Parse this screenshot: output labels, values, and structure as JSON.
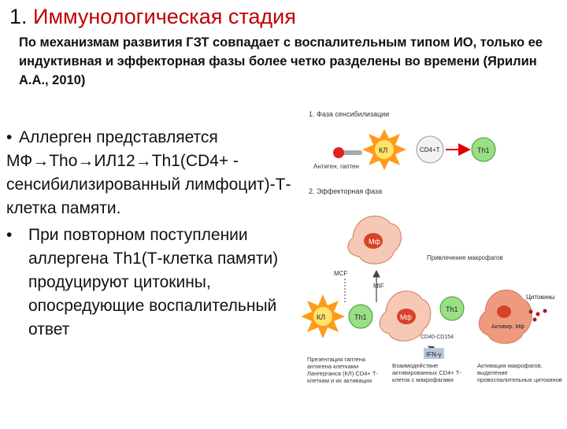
{
  "slide": {
    "title_number": "1.",
    "title_text": "Иммунологическая стадия",
    "subtitle": "По механизмам развития ГЗТ совпадает с воспалительным типом ИО, только ее индуктивная и эффекторная фазы более четко разделены во времени (Ярилин А.А., 2010)",
    "bullet1_line1": "Аллерген представляется",
    "bullet1_rest": "МФ→Тho→ИЛ12→Th1(CD4+ - сенсибилизированный лимфоцит)-Т-клетка памяти.",
    "bullet2": "При повторном поступлении аллергена Th1(Т-клетка памяти) продуцируют цитокины, опосредующие воспалительный ответ",
    "bullet_glyph": "•"
  },
  "diagram": {
    "phase1_label": "1. Фаза сенсибилизации",
    "phase2_label": "2. Эффекторная фаза",
    "kl": "КЛ",
    "cd4t": "CD4+T",
    "th1": "Th1",
    "antigen_label": "Антиген, гаптен",
    "mf": "Мф",
    "recruit_label": "Привлечение макрофагов",
    "mcf": "MCF",
    "mif": "MIF",
    "cytokines": "Цитокины",
    "act_mf": "Активир. Мф",
    "cd40": "CD40-CD154",
    "ifn": "IFN-γ",
    "caption_left": "Презентация гаптена антигена клетками Лангерганса (КЛ) CD4+ Т-клеткам и их активация",
    "caption_mid": "Взаимодействие активированных CD4+ Т-клеток с макрофагами",
    "caption_right": "Активация макрофагов, выделение провоспалительных цитокинов",
    "colors": {
      "kl": "#ff9a1a",
      "kl_core": "#ffe36a",
      "arrow": "#e00000",
      "th1": "#9adf86",
      "th1_stroke": "#3f9a2c",
      "mf": "#f6c8b6",
      "mf_stroke": "#cf7a5a",
      "act_mf": "#ef9a7e",
      "nucleus": "#d9422a",
      "antigen": "#e42020",
      "dots": "#8b2a2a",
      "ifn": "#b9c7dd"
    }
  }
}
